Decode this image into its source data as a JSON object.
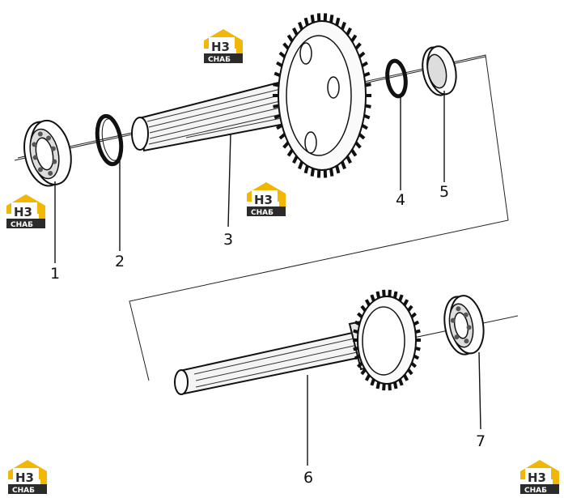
{
  "diagram": {
    "callouts": [
      {
        "id": "1",
        "label": "1",
        "part": "bearing"
      },
      {
        "id": "2",
        "label": "2",
        "part": "snap-ring"
      },
      {
        "id": "3",
        "label": "3",
        "part": "gear-shaft"
      },
      {
        "id": "4",
        "label": "4",
        "part": "snap-ring"
      },
      {
        "id": "5",
        "label": "5",
        "part": "bearing"
      },
      {
        "id": "6",
        "label": "6",
        "part": "gear-shaft"
      },
      {
        "id": "7",
        "label": "7",
        "part": "bearing"
      }
    ]
  },
  "watermark": {
    "text_top": "H3",
    "text_bottom": "СНАБ",
    "colors": {
      "yellow": "#f2b705",
      "dark": "#2b2b2b"
    }
  }
}
